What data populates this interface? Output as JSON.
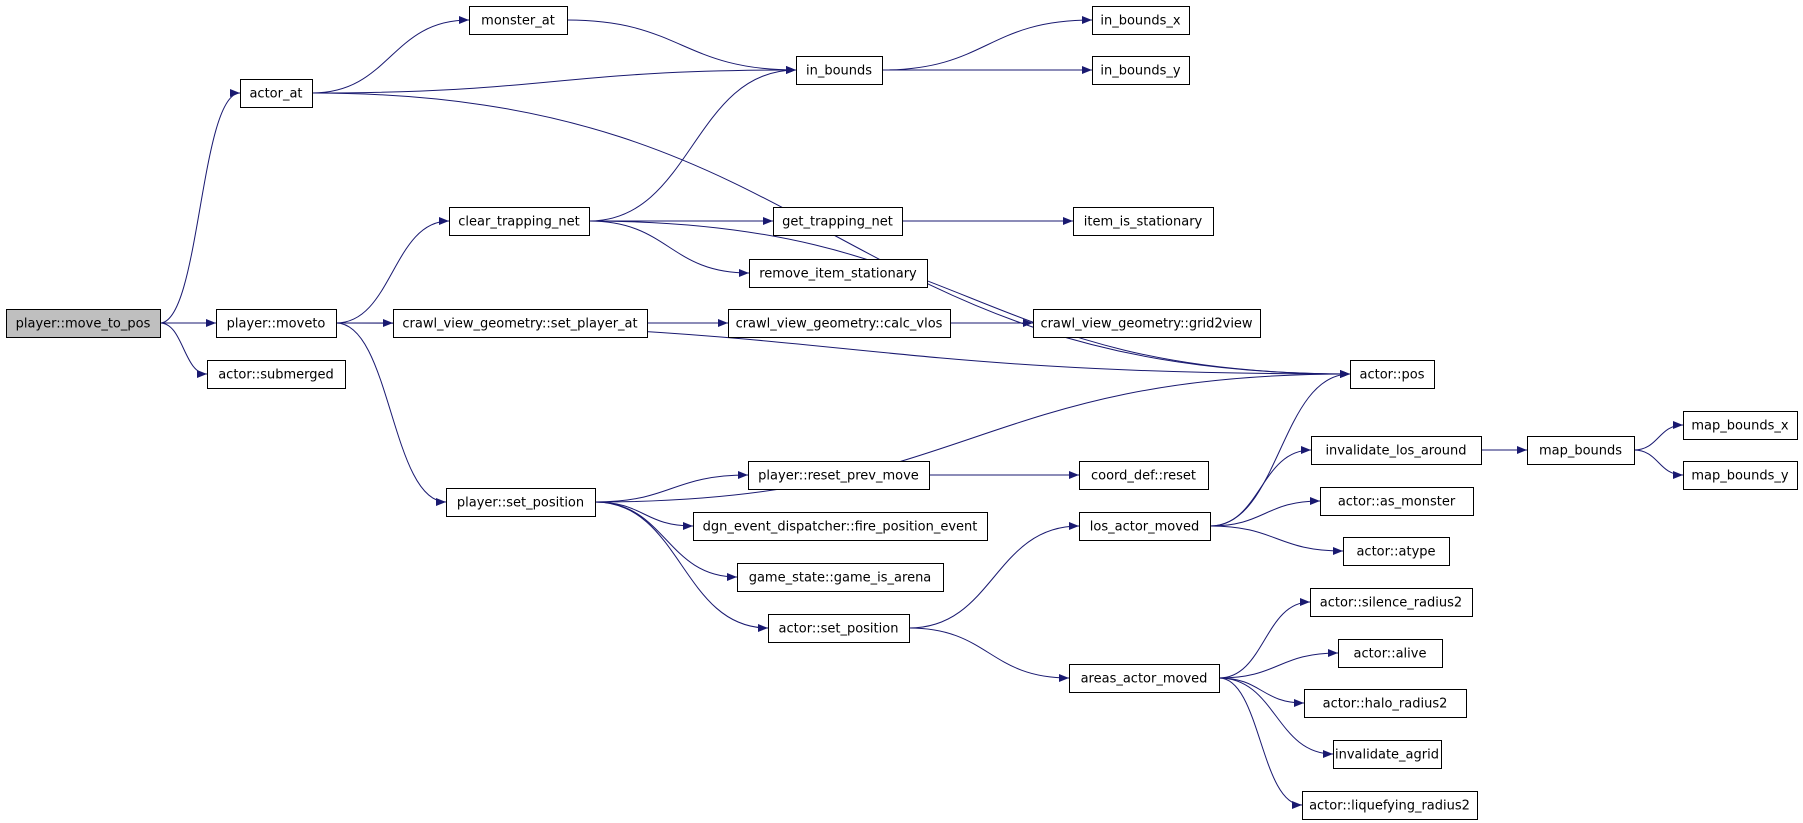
{
  "colors": {
    "edge": "#191970",
    "node_fill": "#ffffff",
    "root_fill": "#bfbfbf",
    "border": "#000000"
  },
  "nodes": [
    {
      "id": "n0",
      "label": "player::move_to_pos",
      "root": true
    },
    {
      "id": "n1",
      "label": "actor_at"
    },
    {
      "id": "n2",
      "label": "player::moveto"
    },
    {
      "id": "n3",
      "label": "actor::submerged"
    },
    {
      "id": "n4",
      "label": "monster_at"
    },
    {
      "id": "n5",
      "label": "in_bounds"
    },
    {
      "id": "n6",
      "label": "in_bounds_x"
    },
    {
      "id": "n7",
      "label": "in_bounds_y"
    },
    {
      "id": "n8",
      "label": "actor::pos"
    },
    {
      "id": "n9",
      "label": "clear_trapping_net"
    },
    {
      "id": "n10",
      "label": "get_trapping_net"
    },
    {
      "id": "n11",
      "label": "item_is_stationary"
    },
    {
      "id": "n12",
      "label": "remove_item_stationary"
    },
    {
      "id": "n13",
      "label": "crawl_view_geometry::set_player_at"
    },
    {
      "id": "n14",
      "label": "crawl_view_geometry::calc_vlos"
    },
    {
      "id": "n15",
      "label": "crawl_view_geometry::grid2view"
    },
    {
      "id": "n16",
      "label": "player::set_position"
    },
    {
      "id": "n17",
      "label": "player::reset_prev_move"
    },
    {
      "id": "n18",
      "label": "coord_def::reset"
    },
    {
      "id": "n19",
      "label": "dgn_event_dispatcher::fire_position_event"
    },
    {
      "id": "n20",
      "label": "game_state::game_is_arena"
    },
    {
      "id": "n21",
      "label": "actor::set_position"
    },
    {
      "id": "n22",
      "label": "los_actor_moved"
    },
    {
      "id": "n23",
      "label": "invalidate_los_around"
    },
    {
      "id": "n24",
      "label": "map_bounds"
    },
    {
      "id": "n25",
      "label": "map_bounds_x"
    },
    {
      "id": "n26",
      "label": "map_bounds_y"
    },
    {
      "id": "n27",
      "label": "actor::as_monster"
    },
    {
      "id": "n28",
      "label": "actor::atype"
    },
    {
      "id": "n29",
      "label": "areas_actor_moved"
    },
    {
      "id": "n30",
      "label": "actor::silence_radius2"
    },
    {
      "id": "n31",
      "label": "actor::alive"
    },
    {
      "id": "n32",
      "label": "actor::halo_radius2"
    },
    {
      "id": "n33",
      "label": "invalidate_agrid"
    },
    {
      "id": "n34",
      "label": "actor::liquefying_radius2"
    }
  ],
  "edges": [
    [
      "n0",
      "n1"
    ],
    [
      "n0",
      "n2"
    ],
    [
      "n0",
      "n3"
    ],
    [
      "n1",
      "n4"
    ],
    [
      "n1",
      "n5"
    ],
    [
      "n1",
      "n8"
    ],
    [
      "n4",
      "n5"
    ],
    [
      "n5",
      "n6"
    ],
    [
      "n5",
      "n7"
    ],
    [
      "n2",
      "n9"
    ],
    [
      "n2",
      "n13"
    ],
    [
      "n2",
      "n8"
    ],
    [
      "n2",
      "n16"
    ],
    [
      "n9",
      "n5"
    ],
    [
      "n9",
      "n8"
    ],
    [
      "n9",
      "n10"
    ],
    [
      "n9",
      "n12"
    ],
    [
      "n10",
      "n11"
    ],
    [
      "n13",
      "n14"
    ],
    [
      "n14",
      "n15"
    ],
    [
      "n16",
      "n8"
    ],
    [
      "n16",
      "n17"
    ],
    [
      "n16",
      "n19"
    ],
    [
      "n16",
      "n20"
    ],
    [
      "n16",
      "n21"
    ],
    [
      "n17",
      "n18"
    ],
    [
      "n21",
      "n22"
    ],
    [
      "n21",
      "n29"
    ],
    [
      "n22",
      "n8"
    ],
    [
      "n22",
      "n23"
    ],
    [
      "n22",
      "n27"
    ],
    [
      "n22",
      "n28"
    ],
    [
      "n23",
      "n24"
    ],
    [
      "n24",
      "n25"
    ],
    [
      "n24",
      "n26"
    ],
    [
      "n29",
      "n30"
    ],
    [
      "n29",
      "n31"
    ],
    [
      "n29",
      "n32"
    ],
    [
      "n29",
      "n33"
    ],
    [
      "n29",
      "n34"
    ]
  ]
}
